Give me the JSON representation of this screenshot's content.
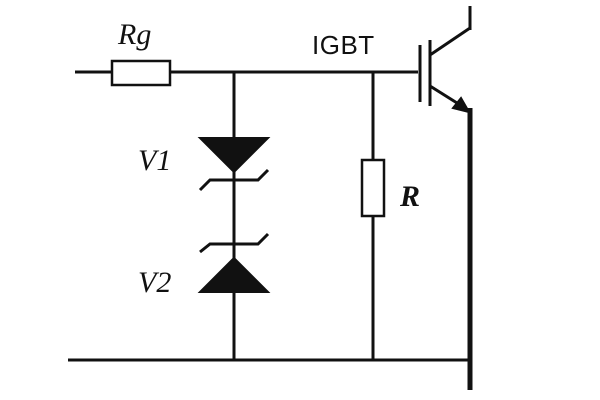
{
  "diagram": {
    "labels": {
      "rg": "Rg",
      "igbt": "IGBT",
      "v1": "V1",
      "v2": "V2",
      "r": "R"
    }
  }
}
